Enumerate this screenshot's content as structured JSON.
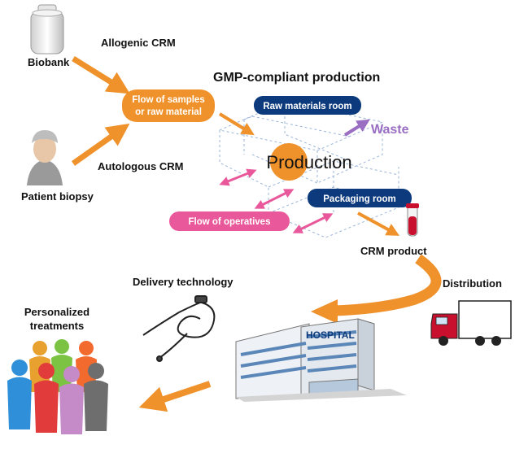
{
  "title": "GMP-compliant production",
  "sources": {
    "biobank": "Biobank",
    "allogenic": "Allogenic CRM",
    "patient_biopsy": "Patient biopsy",
    "autologous": "Autologous CRM"
  },
  "flows": {
    "samples_line1": "Flow of samples",
    "samples_line2": "or raw material",
    "operatives": "Flow of operatives"
  },
  "rooms": {
    "raw_materials": "Raw materials room",
    "packaging": "Packaging room",
    "production": "Production",
    "waste": "Waste"
  },
  "outputs": {
    "crm_product": "CRM product",
    "distribution": "Distribution",
    "delivery_technology": "Delivery technology",
    "hospital_sign": "HOSPITAL",
    "personalized_line1": "Personalized",
    "personalized_line2": "treatments"
  },
  "colors": {
    "orange": "#f0922b",
    "navy": "#0c3a7c",
    "pink": "#e9589a",
    "purple": "#9a6ec2",
    "grid": "#9bb5d8"
  },
  "icons": [
    "biobank-tank-icon",
    "patient-icon",
    "test-tube-icon",
    "truck-icon",
    "endoscope-icon",
    "hospital-building-icon",
    "people-crowd-icon"
  ]
}
